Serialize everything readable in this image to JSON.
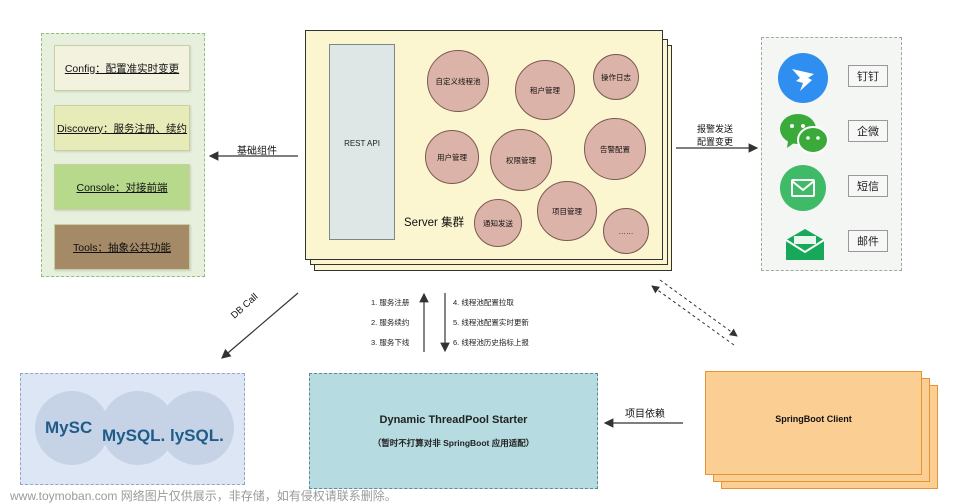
{
  "components": {
    "items": [
      {
        "label": "Config：配置准实时变更",
        "color": "#f3f2de"
      },
      {
        "label": "Discovery：服务注册、续约",
        "color": "#e6ebb8"
      },
      {
        "label": "Console：对接前端",
        "color": "#b7d98c"
      },
      {
        "label": "Tools：抽象公共功能",
        "color": "#a58a68"
      }
    ],
    "edge_label": "基础组件"
  },
  "server": {
    "rest_api": "REST API",
    "cluster_label": "Server 集群",
    "modules": [
      "自定义线程池",
      "租户管理",
      "操作日志",
      "用户管理",
      "权限管理",
      "告警配置",
      "通知发送",
      "项目管理",
      "……"
    ]
  },
  "notify": {
    "edge_label_1": "报警发送",
    "edge_label_2": "配置变更",
    "channels": [
      "钉钉",
      "企微",
      "短信",
      "邮件"
    ]
  },
  "db": {
    "edge_label": "DB Call",
    "logos": [
      "MySQL",
      "MySQL.",
      "MySQL."
    ],
    "logo_visible": [
      "MySC",
      "MySQL.",
      "lySQL."
    ]
  },
  "flows": {
    "left": [
      "1. 服务注册",
      "2. 服务续约",
      "3. 服务下线"
    ],
    "right": [
      "4. 线程池配置拉取",
      "5. 线程池配置实时更新",
      "6. 线程池历史指标上报"
    ]
  },
  "starter": {
    "title": "Dynamic ThreadPool Starter",
    "subtitle": "（暂时不打算对非 SpringBoot 应用适配）"
  },
  "client": {
    "label": "SpringBoot Client",
    "edge_label": "项目依赖"
  },
  "watermark": "www.toymoban.com 网络图片仅供展示，非存储，如有侵权请联系删除。"
}
